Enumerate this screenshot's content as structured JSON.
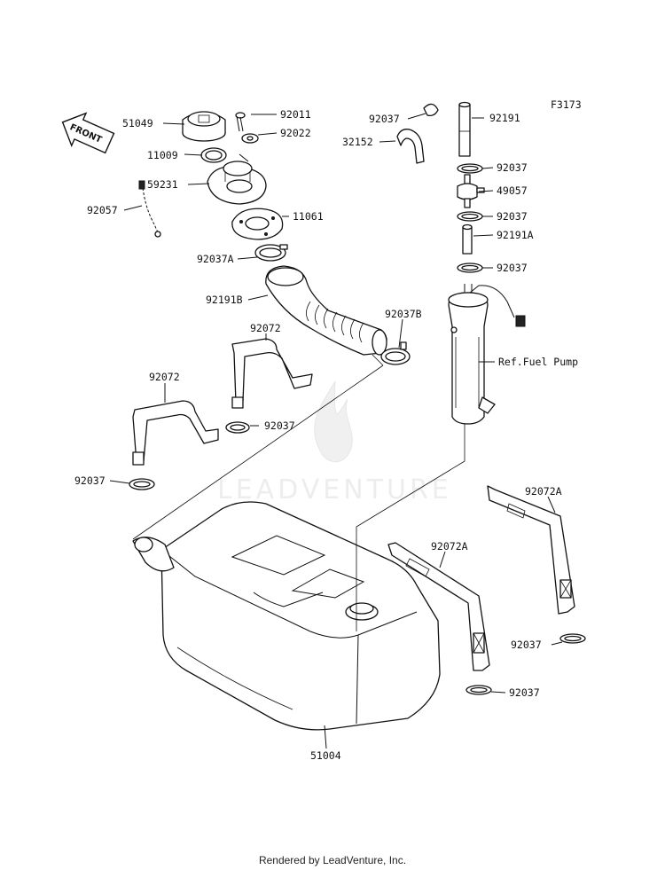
{
  "figure_code": "F3173",
  "front_label": "FRONT",
  "watermark": "LEADVENTURE",
  "footer": "Rendered by LeadVenture, Inc.",
  "labels": {
    "p51049": "51049",
    "p92011": "92011",
    "p92022": "92022",
    "p11009": "11009",
    "p59231": "59231",
    "p92057": "92057",
    "p11061": "11061",
    "p92037A": "92037A",
    "p92191B": "92191B",
    "p92037B": "92037B",
    "p92072_mid": "92072",
    "p92072_left": "92072",
    "p92037_mid": "92037",
    "p92037_left": "92037",
    "p92037_top": "92037",
    "p32152": "32152",
    "p92191": "92191",
    "p92037_r1": "92037",
    "p49057": "49057",
    "p92037_r2": "92037",
    "p92191A": "92191A",
    "p92037_r3": "92037",
    "ref_fuel_pump": "Ref.Fuel Pump",
    "p92072A_right": "92072A",
    "p92072A_mid": "92072A",
    "p92037_rb": "92037",
    "p92037_bm": "92037",
    "p51004": "51004"
  }
}
